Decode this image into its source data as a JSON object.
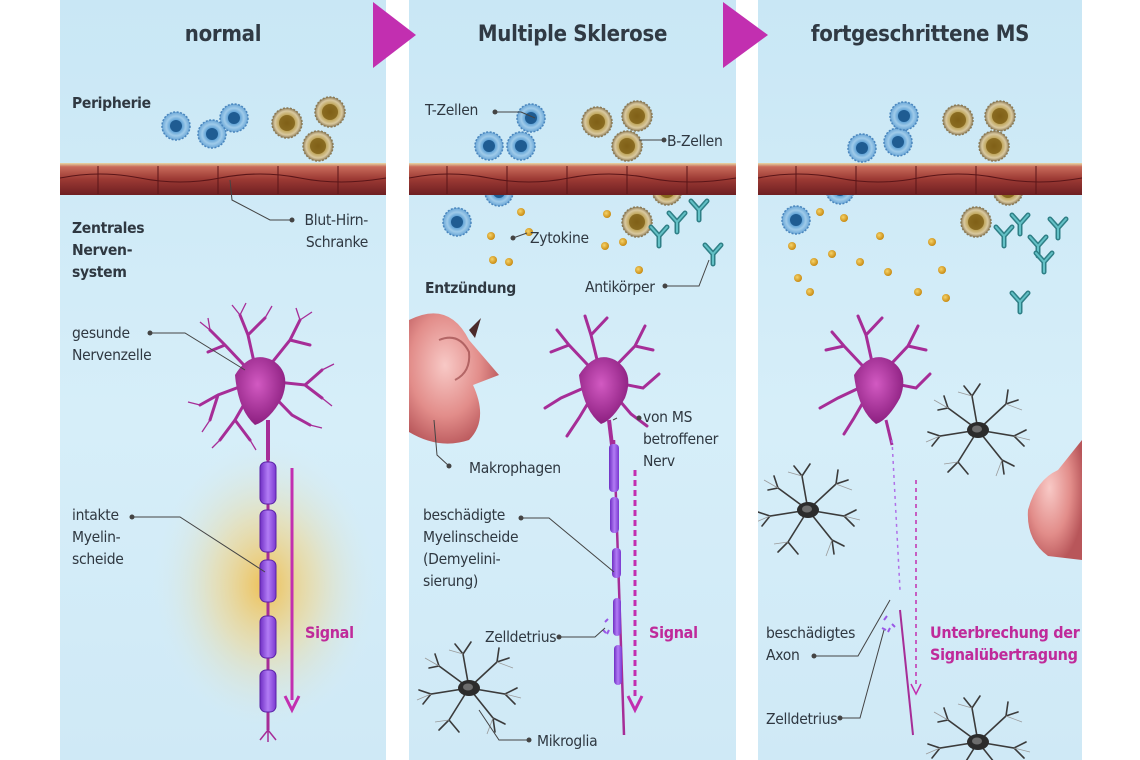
{
  "panels": [
    {
      "title": "normal",
      "labels": {
        "periphery": "Peripherie",
        "bbb": "Blut-Hirn-\nSchranke",
        "cns": "Zentrales\nNerven-\nsystem",
        "healthy_neuron": "gesunde\nNervenzelle",
        "intact_myelin": "intakte\nMyelin-\nscheide",
        "signal": "Signal"
      }
    },
    {
      "title": "Multiple Sklerose",
      "labels": {
        "t_cells": "T-Zellen",
        "b_cells": "B-Zellen",
        "cytokines": "Zytokine",
        "antibodies": "Antikörper",
        "inflammation": "Entzündung",
        "affected_nerve": "von MS\nbetroffener\nNerv",
        "macrophages": "Makrophagen",
        "damaged_myelin": "beschädigte\nMyelinscheide\n(Demyelini-\nsierung)",
        "cell_debris": "Zelldetrius",
        "signal": "Signal",
        "microglia": "Mikroglia"
      }
    },
    {
      "title": "fortgeschrittene MS",
      "labels": {
        "damaged_axon": "beschädigtes\nAxon",
        "signal_interruption": "Unterbrechung der\nSignalübertragung",
        "cell_debris": "Zelldetrius"
      }
    }
  ],
  "colors": {
    "panel_bg": "#cfe9f6",
    "arrow": "#c22fb0",
    "neuron": "#a62d97",
    "myelin": "#9a58e6",
    "signal_text": "#bf2a9a",
    "t_cell": "#5aa0d6",
    "b_cell": "#a68a36",
    "antibody": "#2f8f8f",
    "cytokine": "#d9a52a",
    "barrier": "#8e2e2f"
  }
}
